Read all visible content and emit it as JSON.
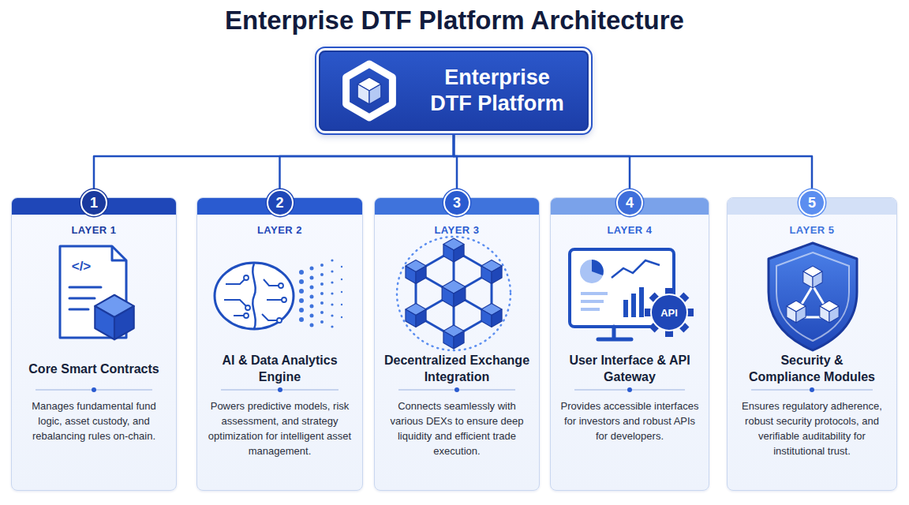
{
  "diagram": {
    "title": "Enterprise DTF Platform Architecture",
    "nodes": [
      {
        "text": [
          "Enterprise DTF Platform"
        ]
      },
      {
        "text": [
          "LAYER 1",
          "Core Smart Contracts",
          "Manages fundamental fund logic, asset custody, and rebalancing rules on-chain."
        ]
      },
      {
        "text": [
          "1"
        ],
        "in": 1
      },
      {
        "text": [
          "LAYER 2",
          "AI & Data Analytics Engine",
          "Powers predictive models, risk assessment, and strategy optimization for intelligent asset management."
        ]
      },
      {
        "text": [
          "2"
        ],
        "in": 3
      },
      {
        "text": [
          "LAYER 3",
          "Decentralized Exchange Integration",
          "Connects seamlessly with various DEXs to ensure deep liquidity and efficient trade execution."
        ]
      },
      {
        "text": [
          "3"
        ],
        "in": 5
      },
      {
        "text": [
          "LAYER 4",
          "User Interface & API Gateway",
          "Provides accessible interfaces for investors and robust APIs for developers."
        ]
      },
      {
        "text": [
          "4"
        ],
        "in": 7
      },
      {
        "text": [
          "LAYER 5",
          "Security & Compliance Modules",
          "Ensures regulatory adherence, robust security protocols, and verifiable auditability for institutional trust."
        ]
      },
      {
        "text": [
          "5"
        ],
        "in": 9
      }
    ],
    "edges": [
      {
        "from": 0,
        "to": 2,
        "arrow": "none"
      },
      {
        "from": 0,
        "to": 4,
        "arrow": "none"
      },
      {
        "from": 0,
        "to": 6,
        "arrow": "none"
      },
      {
        "from": 0,
        "to": 8,
        "arrow": "none"
      },
      {
        "from": 0,
        "to": 10,
        "arrow": "none"
      }
    ],
    "labels": [
      "</>",
      "API"
    ]
  }
}
